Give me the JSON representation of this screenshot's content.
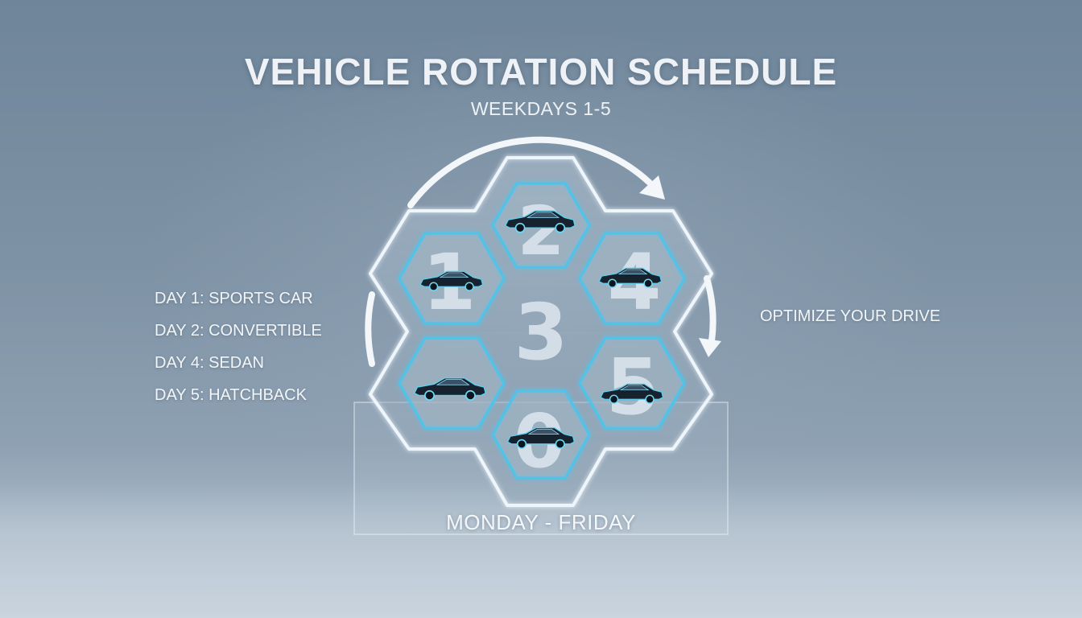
{
  "title": "VEHICLE ROTATION SCHEDULE",
  "subtitle": "WEEKDAYS 1-5",
  "day_list": [
    "DAY 1: SPORTS CAR",
    "DAY 2: CONVERTIBLE",
    "DAY 4: SEDAN",
    "DAY 5: HATCHBACK"
  ],
  "tagline": "OPTIMIZE YOUR DRIVE",
  "bottom_label": "MONDAY - FRIDAY",
  "cells": [
    {
      "number": "2",
      "icon": "suv-car-icon"
    },
    {
      "number": "1",
      "icon": "sports-car-icon"
    },
    {
      "number": "4",
      "icon": "convertible-car-icon"
    },
    {
      "number": "3",
      "icon": ""
    },
    {
      "number": "",
      "icon": "coupe-car-icon"
    },
    {
      "number": "5",
      "icon": "hatchback-car-icon"
    },
    {
      "number": "0",
      "icon": "sedan-car-icon"
    }
  ],
  "colors": {
    "accent_glow": "#4fc3e8",
    "text": "#eef2f6",
    "background": "#7f93a6"
  }
}
